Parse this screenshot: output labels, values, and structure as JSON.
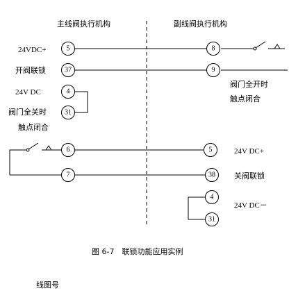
{
  "headers": {
    "left": "主线阀执行机构",
    "right": "副线阀执行机构"
  },
  "left_labels": {
    "v24_plus": "24VDC+",
    "open_interlock": "开阀联锁",
    "v24_dc": "24V DC",
    "valve_closed_1": "阀门全关时",
    "valve_closed_2": "触点闭合"
  },
  "right_labels": {
    "valve_open_1": "阀门全开时",
    "valve_open_2": "触点闭合",
    "v24_plus": "24V DC+",
    "close_interlock": "关阀联锁",
    "v24_minus": "24V DC－"
  },
  "terminals": {
    "t5a": "5",
    "t8": "8",
    "t37": "37",
    "t9": "9",
    "t4a": "4",
    "t31a": "31",
    "t6": "6",
    "t5b": "5",
    "t7": "7",
    "t38": "38",
    "t4b": "4",
    "t31b": "31"
  },
  "caption": "图 6-7　联锁功能应用实例",
  "footer": "线图号"
}
